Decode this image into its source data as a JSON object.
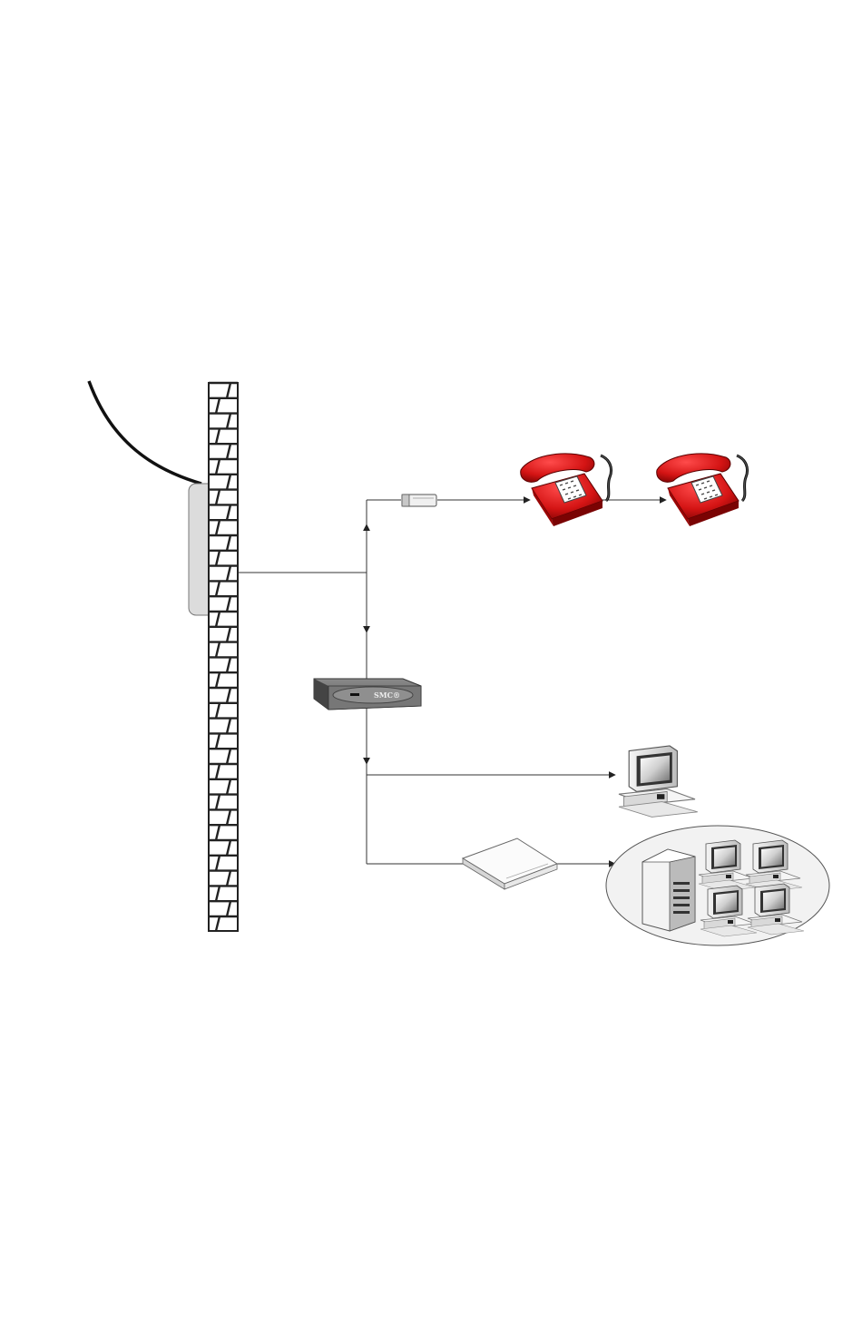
{
  "diagram": {
    "router_logo": "SMC®"
  },
  "colors": {
    "line": "#333333",
    "wall_brick": "#ffffff",
    "wall_mortar": "#222222",
    "jack_plate": "#dcdcdc",
    "phone_body": "#d41414",
    "phone_shade": "#8a0505",
    "router_body": "#6e6e6e",
    "lan_ellipse_fill": "#f2f2f2"
  },
  "icons": [
    "service-cable",
    "brick-wall",
    "wall-jack",
    "splitter-filter",
    "telephone",
    "telephone",
    "adsl-router",
    "desktop-computer",
    "ethernet-hub",
    "file-server",
    "workstation",
    "workstation",
    "workstation",
    "workstation"
  ]
}
